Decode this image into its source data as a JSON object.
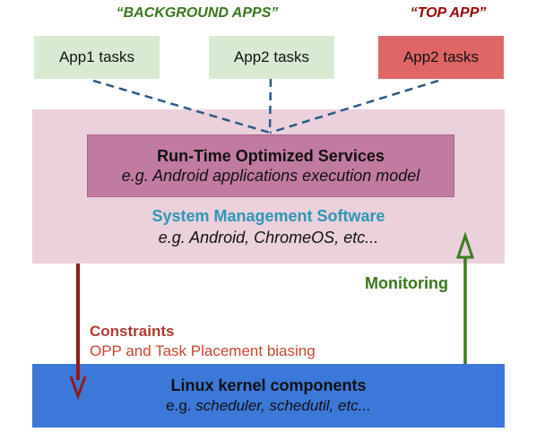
{
  "top_labels": {
    "background_apps": "“BACKGROUND APPS”",
    "top_app": "“TOP APP”"
  },
  "task_boxes": [
    {
      "label": "App1 tasks",
      "group": "background"
    },
    {
      "label": "App2 tasks",
      "group": "background"
    },
    {
      "label": "App2 tasks",
      "group": "top"
    }
  ],
  "system_layer": {
    "services_box": {
      "title": "Run-Time Optimized Services",
      "subtitle": "e.g. Android applications execution model"
    },
    "title": "System Management Software",
    "subtitle": "e.g. Android, ChromeOS, etc..."
  },
  "arrows": {
    "constraints": {
      "title": "Constraints",
      "subtitle": "OPP and Task Placement biasing",
      "direction": "down",
      "color": "#8e1c1c"
    },
    "monitoring": {
      "label": "Monitoring",
      "direction": "up",
      "color": "#3b7d1e"
    }
  },
  "kernel_layer": {
    "title": "Linux kernel components",
    "subtitle_prefix": "e.g. ",
    "subtitle_examples": "scheduler, schedutil, etc..."
  },
  "colors": {
    "background_app_box": "#d9ead3",
    "top_app_box": "#e06666",
    "system_layer_bg": "#ead1dc",
    "services_box_bg": "#c27ba0",
    "kernel_box_bg": "#3c78d8",
    "background_label_text": "#38761d",
    "top_app_label_text": "#990000",
    "system_title_text": "#2e96b5",
    "connector_dashed": "#2d5986"
  }
}
